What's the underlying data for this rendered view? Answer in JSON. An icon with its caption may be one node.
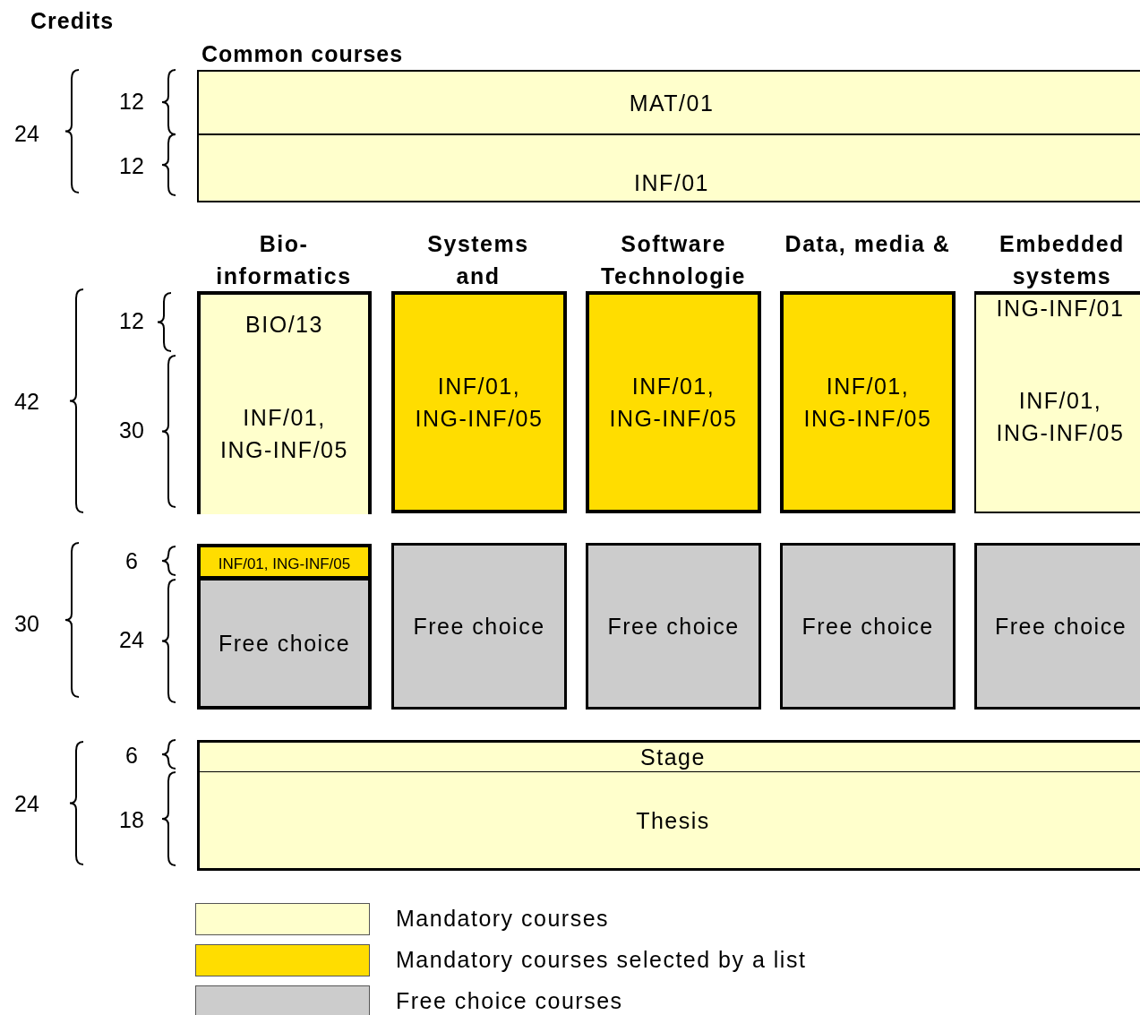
{
  "diagram": {
    "nodes": [
      {
        "text": [
          "MAT/01"
        ]
      },
      {
        "text": [
          "INF/01"
        ]
      },
      {
        "text": [
          "BIO/13"
        ]
      },
      {
        "text": [
          "INF/01, ING-INF/05"
        ]
      },
      {
        "text": [
          "INF/01, ING-INF/05"
        ]
      },
      {
        "text": [
          "INF/01, ING-INF/05"
        ]
      },
      {
        "text": [
          "INF/01, ING-INF/05"
        ]
      },
      {
        "text": [
          "ING-INF/01"
        ]
      },
      {
        "text": [
          "INF/01, ING-INF/05"
        ]
      },
      {
        "text": [
          "INF/01, ING-INF/05"
        ]
      },
      {
        "text": [
          "Free choice"
        ]
      },
      {
        "text": [
          "Free choice"
        ]
      },
      {
        "text": [
          "Free choice"
        ]
      },
      {
        "text": [
          "Free choice"
        ]
      },
      {
        "text": [
          "Free choice"
        ]
      },
      {
        "text": [
          "Stage"
        ]
      },
      {
        "text": [
          "Thesis"
        ]
      }
    ],
    "edges": [],
    "labels": [
      "Credits",
      "Common courses",
      "24",
      "12",
      "12",
      "Bio- informatics",
      "Systems and",
      "Software Technologie",
      "Data, media &",
      "Embedded systems",
      "42",
      "12",
      "30",
      "30",
      "6",
      "24",
      "24",
      "6",
      "18"
    ],
    "legend": [
      {
        "text": "Mandatory courses",
        "color": "#ffffcc"
      },
      {
        "text": "Mandatory courses selected by a list",
        "color": "#ffdd00"
      },
      {
        "text": "Free choice courses",
        "color": "#cccccc"
      }
    ]
  }
}
